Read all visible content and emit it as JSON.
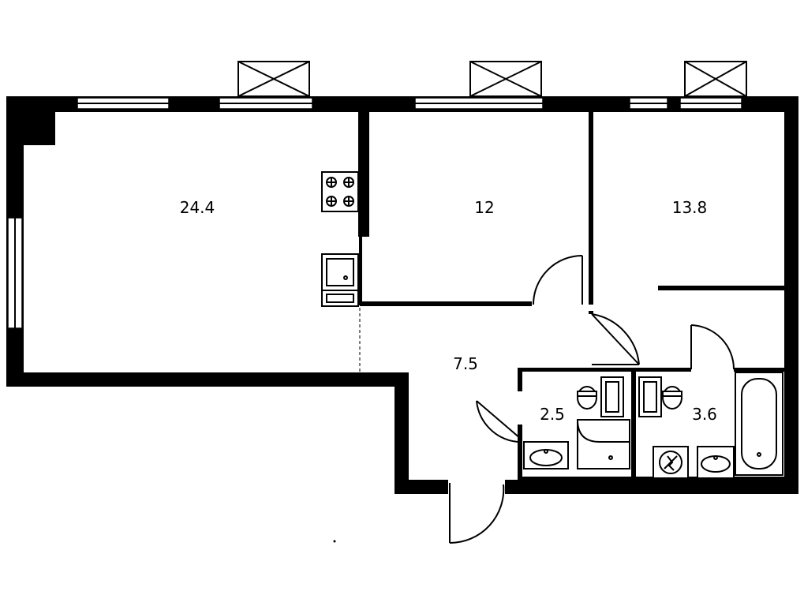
{
  "plan": {
    "rooms": [
      {
        "id": "living-kitchen",
        "area": "24.4"
      },
      {
        "id": "bedroom-middle",
        "area": "12"
      },
      {
        "id": "bedroom-right",
        "area": "13.8"
      },
      {
        "id": "hallway",
        "area": "7.5"
      },
      {
        "id": "toilet",
        "area": "2.5"
      },
      {
        "id": "bathroom",
        "area": "3.6"
      }
    ],
    "fixtures": [
      "stove-icon",
      "sink-icon",
      "counter-icon",
      "toilet-icon",
      "shower-icon",
      "bathtub-icon",
      "washbasin-icon",
      "washing-machine-icon",
      "window-icon",
      "balcony-box-icon",
      "door-icon"
    ]
  }
}
